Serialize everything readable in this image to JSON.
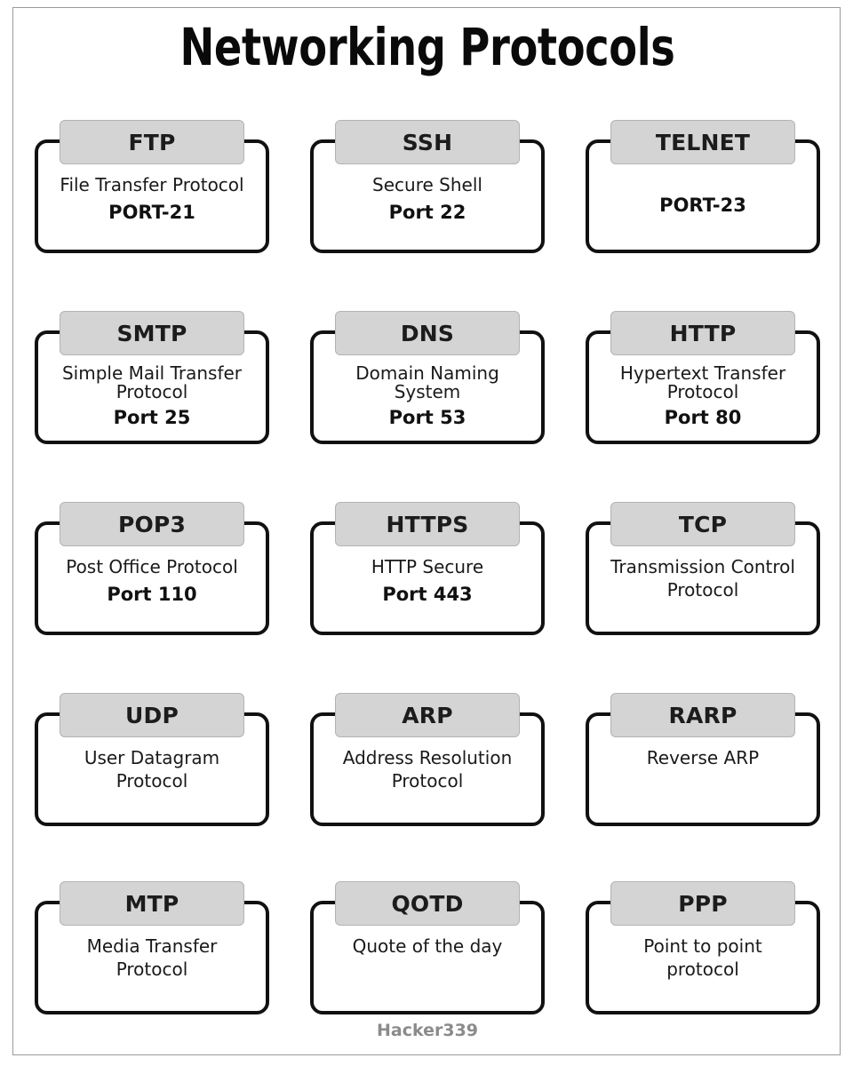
{
  "poster": {
    "title": "Networking Protocols",
    "footer": "Hacker339",
    "colors": {
      "header_fill": "#d4d4d4",
      "header_border": "#b3b3b3",
      "card_border": "#111111",
      "frame_border": "#9a9a9a",
      "text": "#1a1a1a",
      "footer_text": "#8b8b8b",
      "background": "#ffffff"
    }
  },
  "rows": [
    {
      "cards": [
        {
          "name": "FTP",
          "desc": "File Transfer Protocol",
          "port": "PORT-21",
          "tight": false,
          "solo": false
        },
        {
          "name": "SSH",
          "desc": "Secure Shell",
          "port": "Port 22",
          "tight": false,
          "solo": false
        },
        {
          "name": "TELNET",
          "desc": "",
          "port": "PORT-23",
          "tight": false,
          "solo": true
        }
      ]
    },
    {
      "cards": [
        {
          "name": "SMTP",
          "desc": "Simple Mail Transfer\nProtocol",
          "port": "Port 25",
          "tight": true,
          "solo": false
        },
        {
          "name": "DNS",
          "desc": "Domain Naming\nSystem",
          "port": "Port 53",
          "tight": true,
          "solo": false
        },
        {
          "name": "HTTP",
          "desc": "Hypertext Transfer\nProtocol",
          "port": "Port 80",
          "tight": true,
          "solo": false
        }
      ]
    },
    {
      "cards": [
        {
          "name": "POP3",
          "desc": "Post Office Protocol",
          "port": "Port 110",
          "tight": false,
          "solo": false
        },
        {
          "name": "HTTPS",
          "desc": "HTTP Secure",
          "port": "Port 443",
          "tight": false,
          "solo": false
        },
        {
          "name": "TCP",
          "desc": "Transmission Control\nProtocol",
          "port": "",
          "tight": false,
          "solo": false
        }
      ]
    },
    {
      "cards": [
        {
          "name": "UDP",
          "desc": "User Datagram\nProtocol",
          "port": "",
          "tight": false,
          "solo": false
        },
        {
          "name": "ARP",
          "desc": "Address Resolution\nProtocol",
          "port": "",
          "tight": false,
          "solo": false
        },
        {
          "name": "RARP",
          "desc": "Reverse ARP",
          "port": "",
          "tight": false,
          "solo": false
        }
      ]
    },
    {
      "cards": [
        {
          "name": "MTP",
          "desc": "Media Transfer\nProtocol",
          "port": "",
          "tight": false,
          "solo": false
        },
        {
          "name": "QOTD",
          "desc": "Quote of the day",
          "port": "",
          "tight": false,
          "solo": false
        },
        {
          "name": "PPP",
          "desc": "Point to point\nprotocol",
          "port": "",
          "tight": false,
          "solo": false
        }
      ]
    }
  ]
}
